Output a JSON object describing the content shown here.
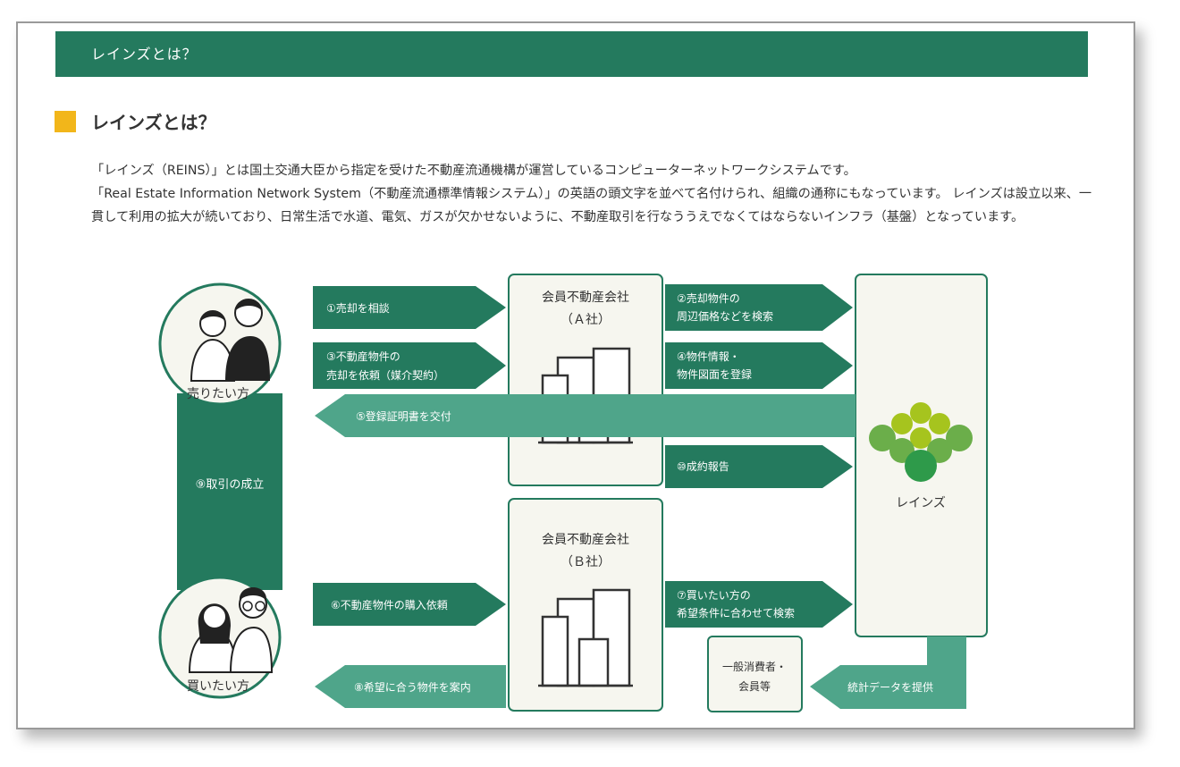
{
  "banner_title": "レインズとは？",
  "section_heading": "レインズとは？",
  "paragraph_1": "「レインズ（REINS）」とは国土交通大臣から指定を受けた不動産流通機構が運営しているコンピューターネットワークシステムです。",
  "paragraph_2": "「Real Estate Information Network System（不動産流通標準情報システム）」の英語の頭文字を並べて名付けられ、組織の通称にもなっています。 レインズは設立以来、一貫して利用の拡大が続いており、日常生活で水道、電気、ガスが欠かせないように、不動産取引を行なううえでなくてはならないインフラ（基盤）となっています。",
  "diagram": {
    "seller_label": "売りたい方",
    "buyer_label": "買いたい方",
    "company_a_line1": "会員不動産会社",
    "company_a_line2": "（Ａ社）",
    "company_b_line1": "会員不動産会社",
    "company_b_line2": "（Ｂ社）",
    "reins_label": "レインズ",
    "consumer_line1": "一般消費者・",
    "consumer_line2": "会員等",
    "step1": "①売却を相談",
    "step2_line1": "②売却物件の",
    "step2_line2": "周辺価格などを検索",
    "step3_line1": "③不動産物件の",
    "step3_line2": "売却を依頼（媒介契約）",
    "step4_line1": "④物件情報・",
    "step4_line2": "物件図面を登録",
    "step5": "⑤登録証明書を交付",
    "step6": "⑥不動産物件の購入依頼",
    "step7_line1": "⑦買いたい方の",
    "step7_line2": "希望条件に合わせて検索",
    "step8": "⑧希望に合う物件を案内",
    "step9": "⑨取引の成立",
    "step10": "⑩成約報告",
    "stats": "統計データを提供"
  },
  "colors": {
    "dark_green": "#247a5e",
    "light_green": "#4fa58a",
    "box_fill": "#f6f6ef",
    "accent_yellow": "#f2b61a"
  }
}
